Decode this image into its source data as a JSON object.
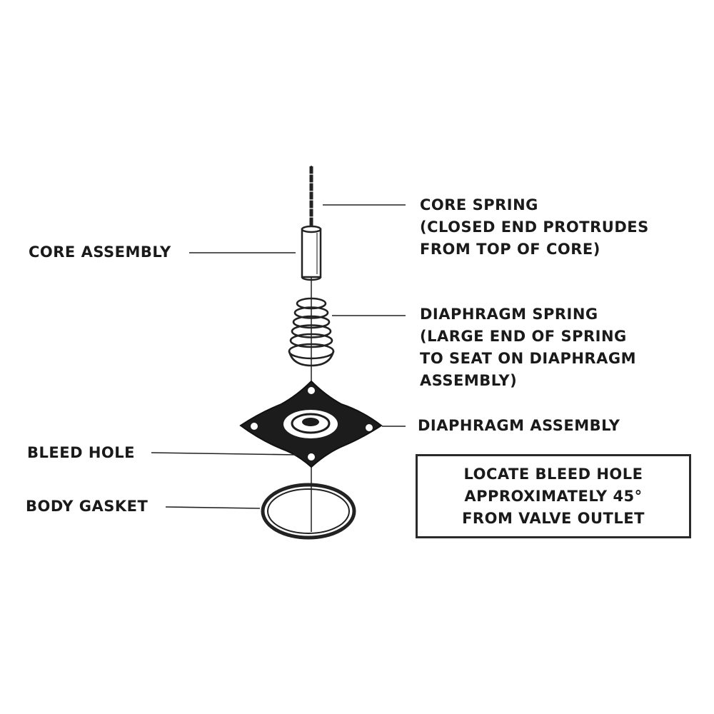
{
  "labels": {
    "core_spring": [
      "CORE SPRING",
      "(CLOSED END PROTRUDES",
      "FROM TOP OF CORE)"
    ],
    "core_assembly": [
      "CORE ASSEMBLY"
    ],
    "diaphragm_spring": [
      "DIAPHRAGM SPRING",
      "(LARGE END OF SPRING",
      "TO SEAT ON DIAPHRAGM",
      "ASSEMBLY)"
    ],
    "diaphragm_assembly": [
      "DIAPHRAGM ASSEMBLY"
    ],
    "bleed_hole": [
      "BLEED HOLE"
    ],
    "body_gasket": [
      "BODY GASKET"
    ]
  },
  "note": [
    "LOCATE BLEED HOLE",
    "APPROXIMATELY 45°",
    "FROM VALVE OUTLET"
  ],
  "colors": {
    "ink": "#1a1a1a",
    "diaphragm": "#1c1c1c",
    "paper": "#ffffff"
  }
}
